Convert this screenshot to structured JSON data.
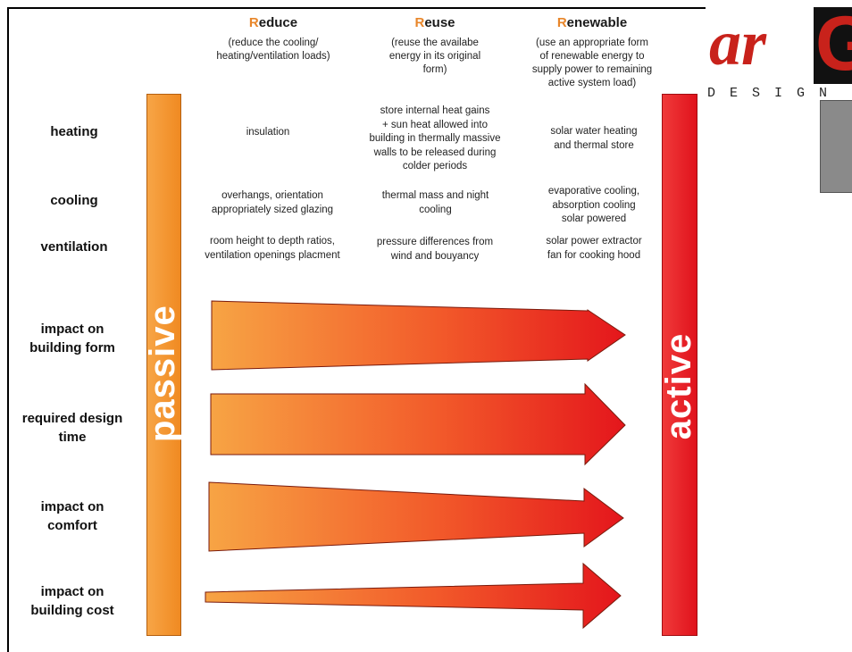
{
  "columns": [
    {
      "first": "R",
      "rest": "educe",
      "sub": [
        "(reduce the cooling/",
        "heating/ventilation loads)"
      ]
    },
    {
      "first": "R",
      "rest": "euse",
      "sub": [
        "(reuse the availabe",
        "energy in its original",
        "form)"
      ]
    },
    {
      "first": "R",
      "rest": "enewable",
      "sub": [
        "(use an appropriate form",
        "of renewable energy to",
        "supply power to remaining",
        "active system load)"
      ]
    }
  ],
  "rows": {
    "heating": {
      "label": "heating",
      "reduce": [
        "insulation"
      ],
      "reuse": [
        "store internal heat gains",
        "+ sun heat allowed into",
        "building in thermally massive",
        "walls to be released during",
        "colder periods"
      ],
      "renewable": [
        "solar water heating",
        "and thermal store"
      ]
    },
    "cooling": {
      "label": "cooling",
      "reduce": [
        "overhangs, orientation",
        "appropriately sized glazing"
      ],
      "reuse": [
        "thermal mass and night",
        "cooling"
      ],
      "renewable": [
        "evaporative cooling,",
        "absorption cooling",
        "solar powered"
      ]
    },
    "ventilation": {
      "label": "ventilation",
      "reduce": [
        "room height to depth ratios,",
        "ventilation openings placment"
      ],
      "reuse": [
        "pressure differences from",
        "wind and bouyancy"
      ],
      "renewable": [
        "solar power extractor",
        "fan for cooking hood"
      ]
    }
  },
  "impacts": [
    {
      "label": [
        "impact on",
        "building form"
      ]
    },
    {
      "label": [
        "required design",
        "time"
      ]
    },
    {
      "label": [
        "impact on",
        "comfort"
      ]
    },
    {
      "label": [
        "impact on",
        "building cost"
      ]
    }
  ],
  "bars": {
    "passive": "passive",
    "active": "active"
  },
  "logo": {
    "text": "arG",
    "sub": "DESIGN"
  },
  "colors": {
    "orange": "#f08a22",
    "red": "#e0121c",
    "accent_letter": "#e8862a"
  }
}
